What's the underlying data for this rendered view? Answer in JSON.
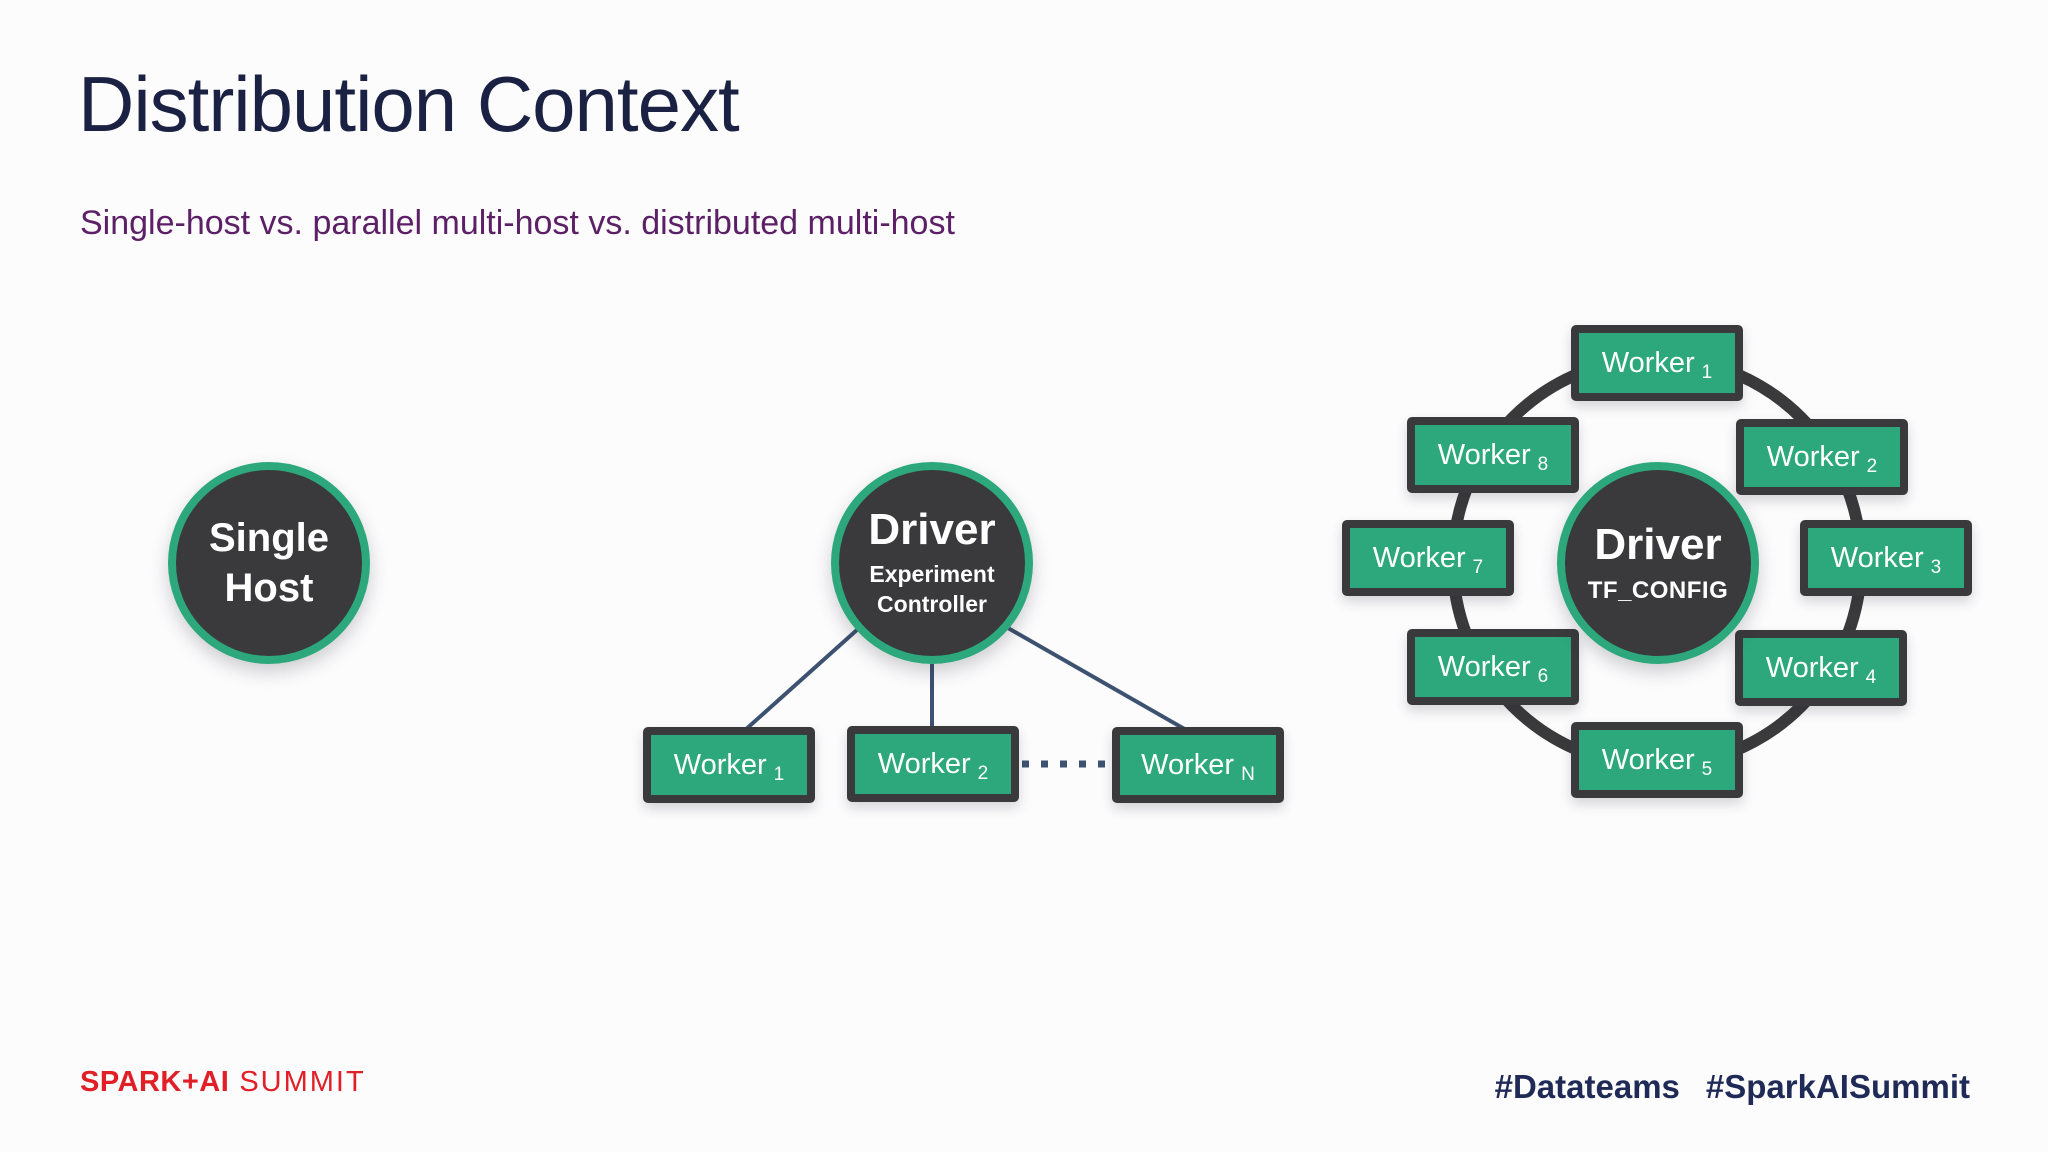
{
  "slide": {
    "title": "Distribution Context",
    "subtitle": "Single-host vs. parallel multi-host vs. distributed multi-host"
  },
  "single_host": {
    "line1": "Single",
    "line2": "Host"
  },
  "parallel": {
    "driver_label": "Driver",
    "driver_role_line1": "Experiment",
    "driver_role_line2": "Controller",
    "workers": [
      {
        "label": "Worker",
        "sub": "1"
      },
      {
        "label": "Worker",
        "sub": "2"
      },
      {
        "label": "Worker",
        "sub": "N"
      }
    ]
  },
  "distributed": {
    "driver_label": "Driver",
    "driver_role": "TF_CONFIG",
    "workers": [
      {
        "label": "Worker",
        "sub": "1"
      },
      {
        "label": "Worker",
        "sub": "2"
      },
      {
        "label": "Worker",
        "sub": "3"
      },
      {
        "label": "Worker",
        "sub": "4"
      },
      {
        "label": "Worker",
        "sub": "5"
      },
      {
        "label": "Worker",
        "sub": "6"
      },
      {
        "label": "Worker",
        "sub": "7"
      },
      {
        "label": "Worker",
        "sub": "8"
      }
    ]
  },
  "footer": {
    "brand_bold": "SPARK+AI",
    "brand_light": "SUMMIT",
    "hashtag_1": "#Datateams",
    "hashtag_2": "#SparkAISummit"
  },
  "colors": {
    "accent_green": "#2ca87c",
    "node_dark": "#3a3a3c",
    "connector_navy": "#3d5170",
    "title_navy": "#1b2142",
    "subtitle_purple": "#5c2067",
    "brand_red": "#e01f26",
    "hashtag_navy": "#1f2a56"
  }
}
